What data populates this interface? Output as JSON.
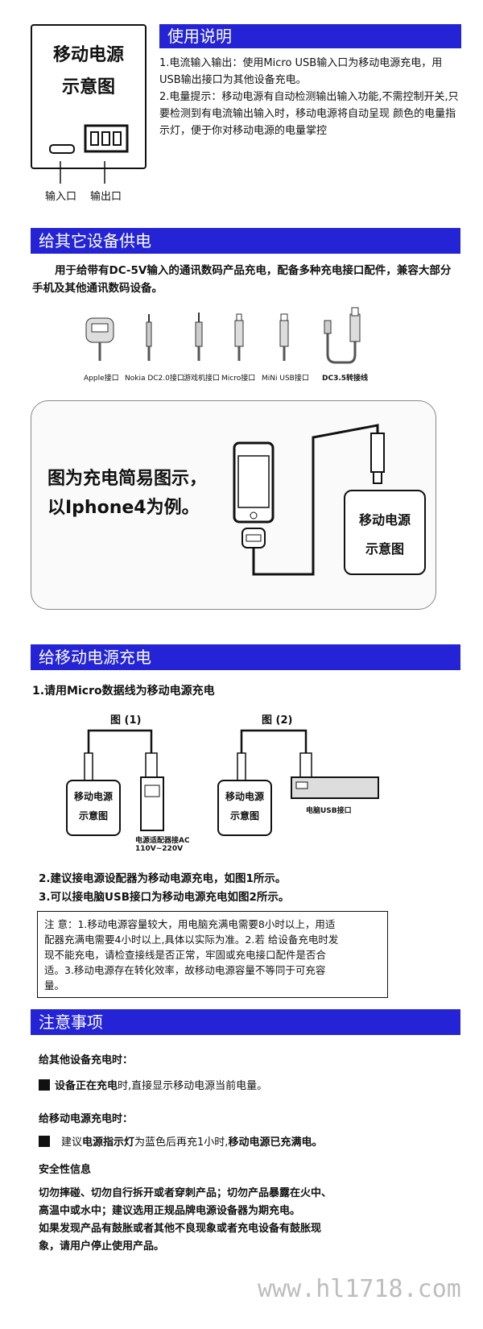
{
  "section1": {
    "box_title": "移动电源示意图",
    "box_title_line1": "移动电源",
    "box_title_line2": "示意图",
    "input_label": "输入口",
    "output_label": "输出口",
    "heading": "使用说明",
    "para1": "1.电流输入输出：使用Micro USB输入口为移动电源充电，用USB输出接口为其他设备充电。",
    "para2": "2.电量提示：移动电源有自动检测输出输入功能,不需控制开关,只要检测到有电流输出输入时，移动电源将自动呈现 颜色的电量指示灯，便于你对移动电源的电量掌控"
  },
  "section2": {
    "heading": "给其它设备供电",
    "intro": "用于给带有DC-5V输入的通讯数码产品充电，配备多种充电接口配件，兼容大部分手机及其他通讯数码设备。",
    "connectors": [
      "Apple接口",
      "Nokia DC2.0接口",
      "游戏机接口",
      "Micro接口",
      "MiNi USB接口",
      "DC3.5转接线"
    ],
    "diagram_text_line1": "图为充电简易图示，",
    "diagram_text_line2": "以Iphone4为例。",
    "box_line1": "移动电源",
    "box_line2": "示意图"
  },
  "section3": {
    "heading": "给移动电源充电",
    "step1": "1.请用Micro数据线为移动电源充电",
    "fig1_label": "图 (1)",
    "fig2_label": "图 (2)",
    "box_line1": "移动电源",
    "box_line2": "示意图",
    "adapter_label_line1": "电源适配器接AC",
    "adapter_label_line2": "110V~220V",
    "pc_label": "电脑USB接口",
    "step2": "2.建议接电源设配器为移动电源充电，如图1所示。",
    "step3": "3.可以接电脑USB接口为移动电源充电如图2所示。",
    "note": "注 意：1.移动电源容量较大，用电脑充满电需要8小时以上，用适配器充满电需要4小时以上,具体以实际为准。2.若 给设备充电时发现不能充电，请检查接线是否正常，牢固或充电接口配件是否合适。3.移动电源存在转化效率，故移动电源容量不等同于可充容量。"
  },
  "section4": {
    "heading": "注意事项",
    "sub1": "给其他设备充电时：",
    "item1_bold": "设备正在充电",
    "item1_rest": "时,直接显示移动电源当前电量。",
    "sub2": "给移动电源充电时：",
    "item2_pre": "建议",
    "item2_bold": "电源指示灯",
    "item2_mid": "为蓝色后再充1小时,",
    "item2_bold2": "移动电源已充满电。",
    "sub3": "安全性信息",
    "safety1": "切勿摔碰、切勿自行拆开或者穿刺产品；切勿产品暴露在火中、",
    "safety2": "高温中或水中；建议选用正规品牌电源设备器为期充电。",
    "safety3": "如果发现产品有鼓胀或者其他不良现象或者充电设备有鼓胀现",
    "safety4": "象，请用户停止使用产品。",
    "watermark": "www.hl1718.com"
  }
}
